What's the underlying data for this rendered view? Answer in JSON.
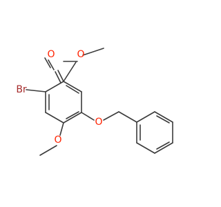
{
  "molecule": {
    "atoms": [
      {
        "label": "O",
        "color": "#ff2200"
      },
      {
        "label": "O",
        "color": "#ff2200"
      },
      {
        "label": "Br",
        "color": "#a52a2a"
      },
      {
        "label": "O",
        "color": "#ff2200"
      },
      {
        "label": "O",
        "color": "#ff2200"
      }
    ]
  },
  "colors": {
    "bond": "#3a3a3a",
    "background": "#ffffff"
  }
}
